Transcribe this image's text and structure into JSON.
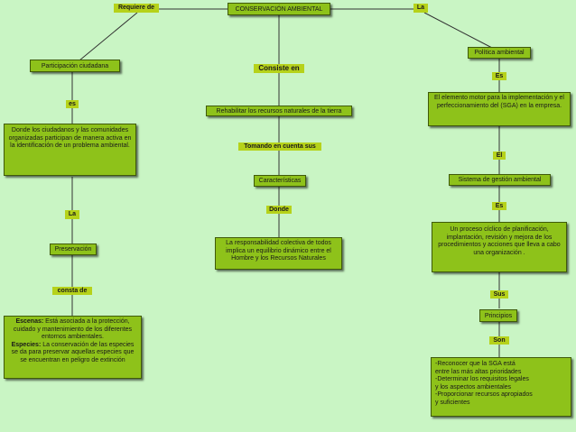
{
  "nodes": {
    "root": "CONSERVACIÓN AMBIENTAL",
    "participacion": "Participación ciudadana",
    "participacion_def": "Donde los ciudadanos y las comunidades organizadas participan de manera activa en la identificación de un problema ambiental.",
    "preservacion": "Preservación",
    "escenas_label": "Escenas:",
    "escenas_text": "Está asociada a la protección, cuidado y mantenimiento de los diferentes entornos ambientales.",
    "especies_label": "Especies:",
    "especies_text": "La conservación de las especies se da para preservar aquellas especies que se encuentran en peligro de extinción",
    "rehabilitar": "Rehabilitar los recursos naturales de la tierra",
    "caracteristicas": "Características",
    "responsabilidad": "La responsabilidad colectiva de todos implica un equilibrio dinámico entre el Hombre y los Recursos Naturales",
    "politica": "Política ambiental",
    "elemento": "El elemento motor para la implementación y el perfeccionamiento del (SGA) en la empresa.",
    "sistema": "Sistema de gestión ambiental",
    "proceso": "Un proceso cíclico de planificación, implantación, revisión y mejora de los procedimientos y acciones que lleva a cabo una organización .",
    "principios": "Principios",
    "principios_list": [
      "-Reconocer que la SGA  está",
      " entre las más altas prioridades",
      "-Determinar los requisitos legales",
      " y los aspectos ambientales",
      "-Proporcionar recursos apropiados",
      " y suficientes"
    ]
  },
  "links": {
    "requiere_de": "Requiere de",
    "la_top": "La",
    "es_left": "es",
    "la_left": "La",
    "consta_de": "consta de",
    "consiste_en": "Consiste en",
    "tomando": "Tomando en cuenta sus",
    "donde": "Donde",
    "es_right1": "Es",
    "el": "El",
    "es_right2": "Es",
    "sus": "Sus",
    "son": "Son"
  },
  "colors": {
    "background": "#c9f5c4",
    "node_fill": "#8ec21a",
    "link_fill": "#b6d21a",
    "connector": "#333333"
  }
}
